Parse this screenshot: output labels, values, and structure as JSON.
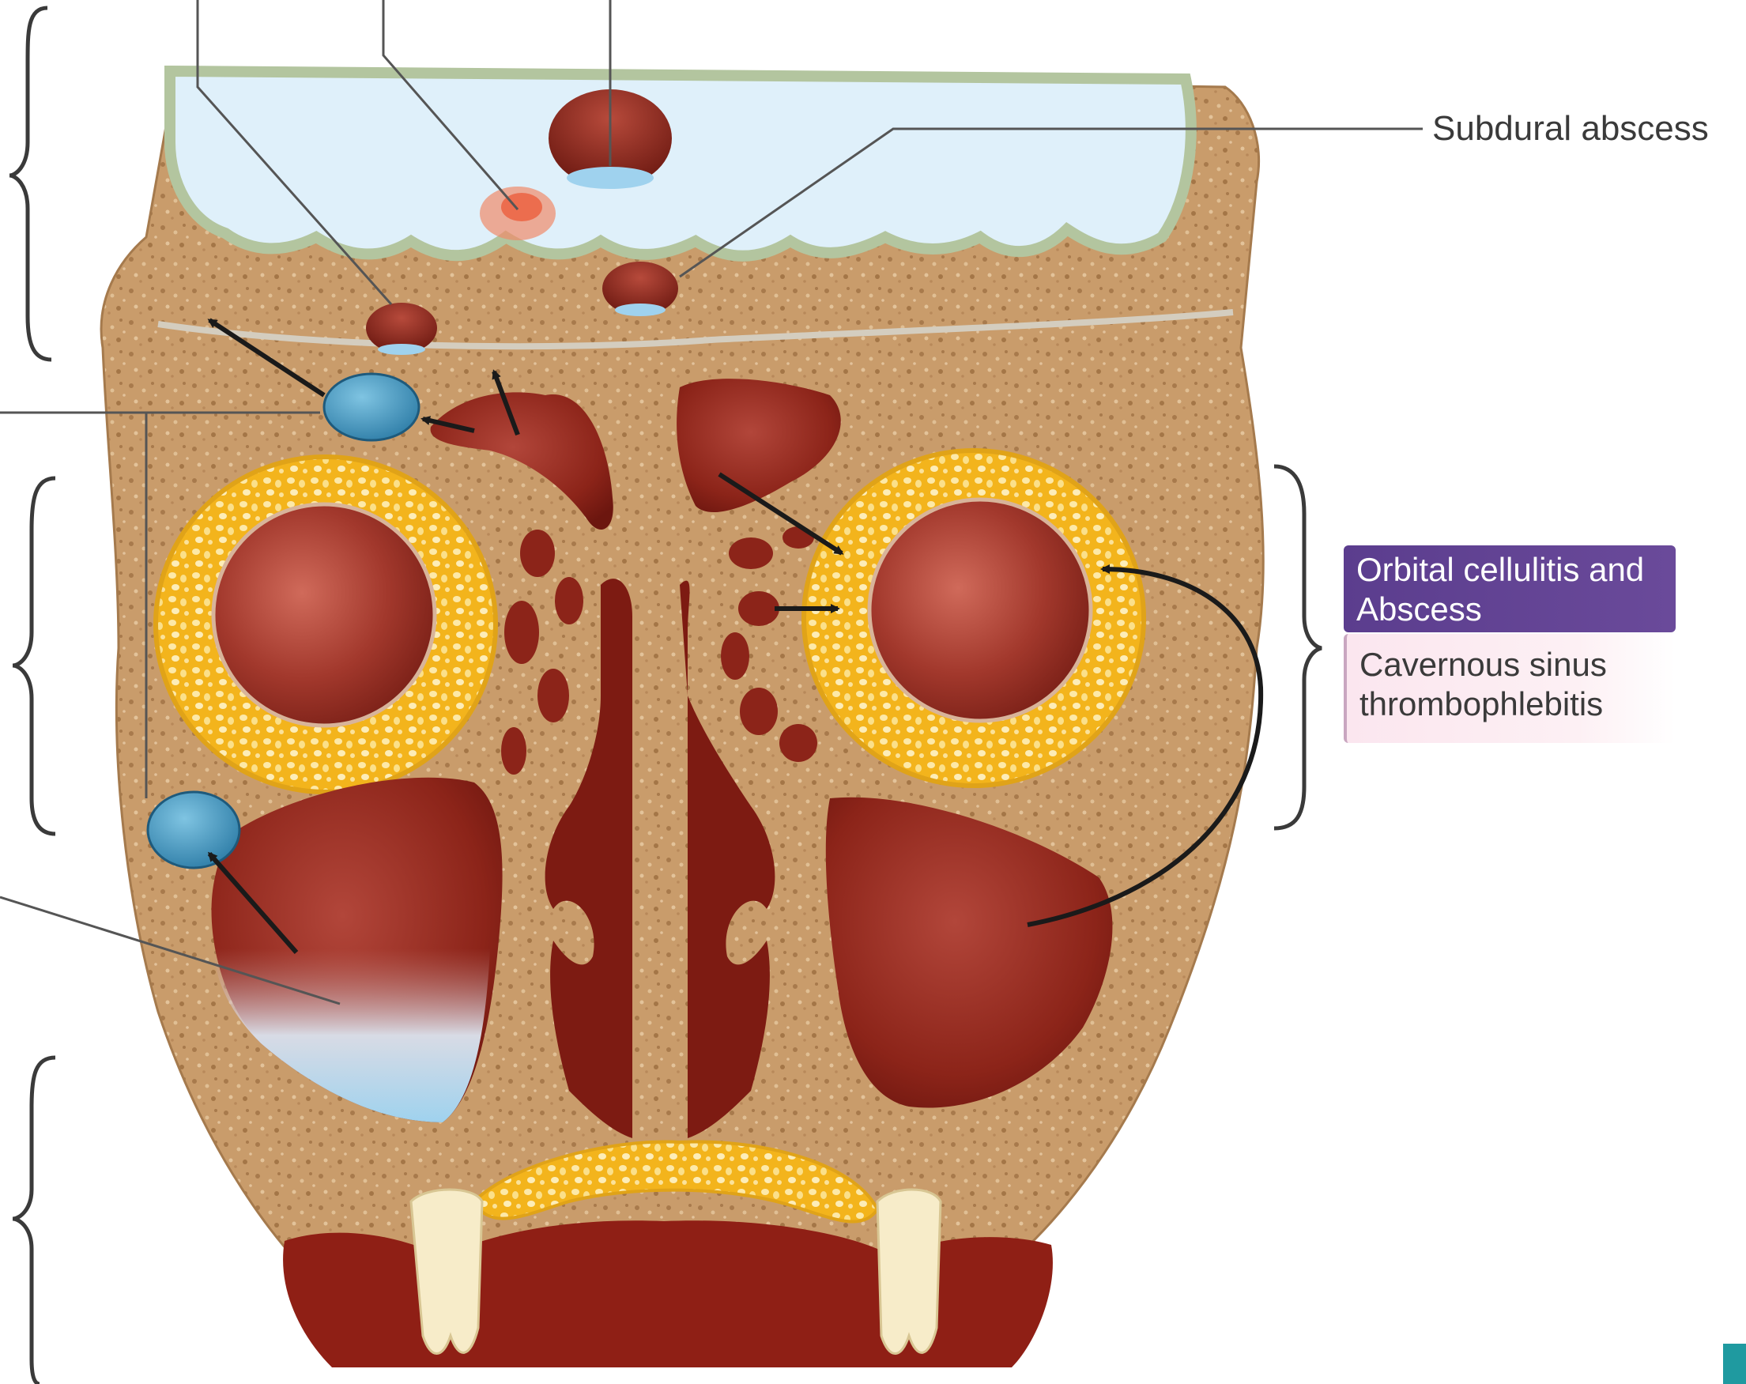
{
  "labels": {
    "subdural": "Subdural abscess",
    "orbital": "Orbital cellulitis and Abscess",
    "cavernous": "Cavernous sinus thrombophlebitis"
  },
  "colors": {
    "bone": "#c79a6a",
    "brain": "#dff0fa",
    "meninges": "#b9c7a8",
    "sinus": "#8e1e16",
    "orbit_fat": "#f2b21a",
    "abscess": "#3d8fb8",
    "label_purple": "#5b3d8e",
    "label_pink": "#fbe6ef"
  }
}
